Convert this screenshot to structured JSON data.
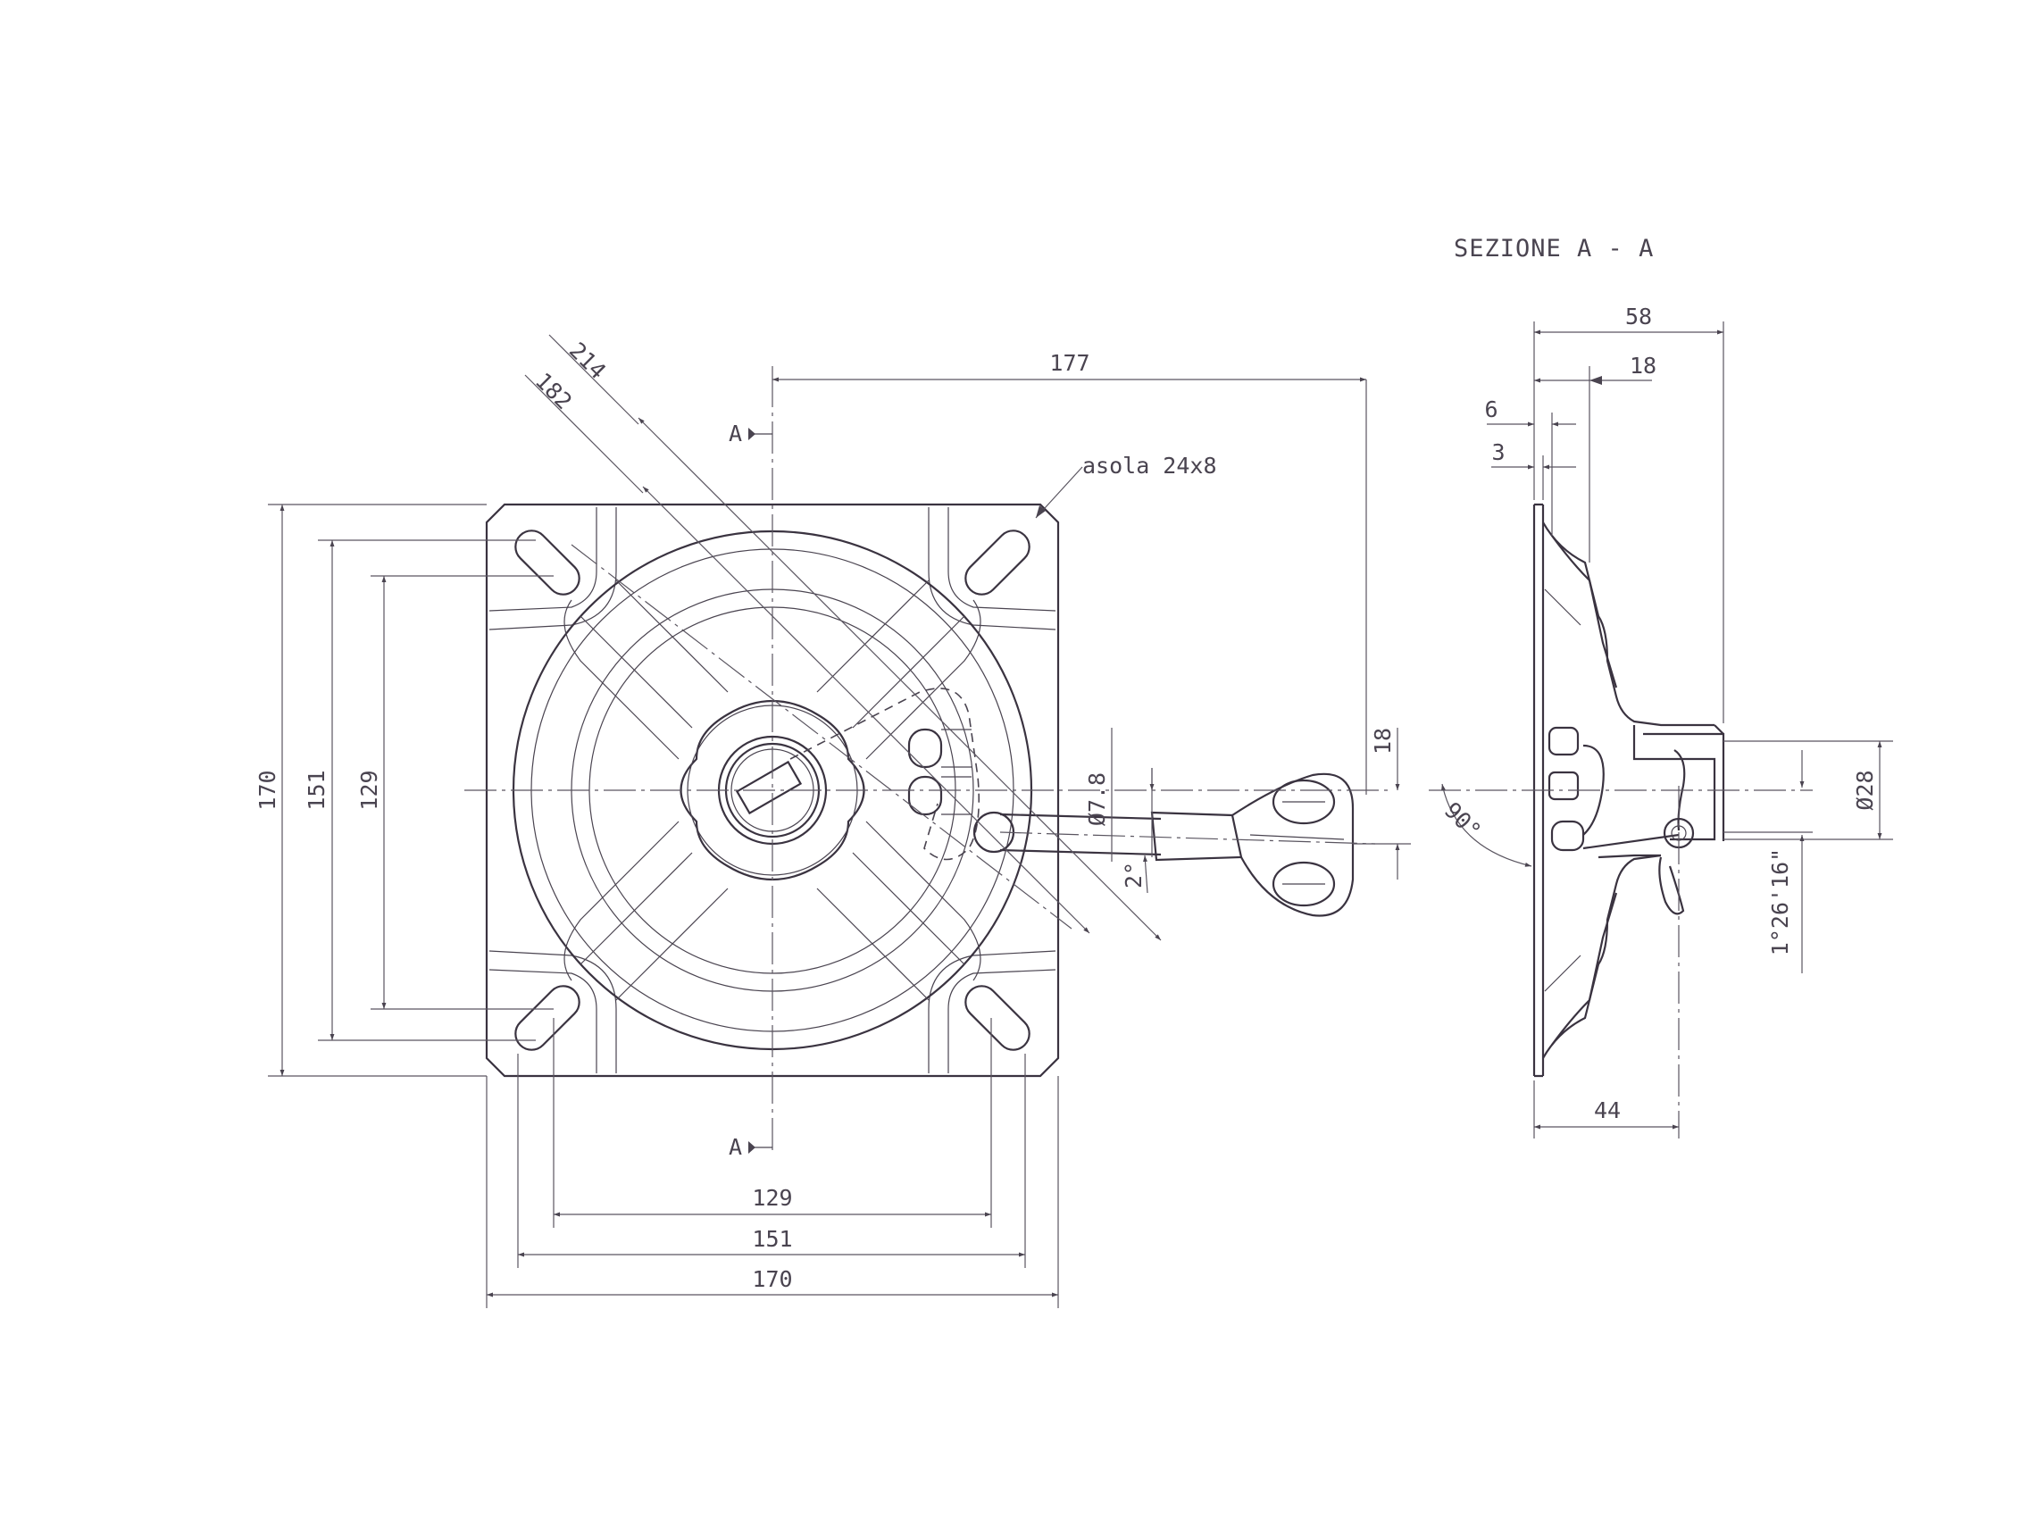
{
  "section_title": "SEZIONE A - A",
  "section_marker": "A",
  "slot_note": "asola 24x8",
  "dimensions": {
    "top_width": "177",
    "diag_outer": "214",
    "diag_inner": "182",
    "height_170": "170",
    "height_151": "151",
    "height_129": "129",
    "width_129": "129",
    "width_151": "151",
    "width_170": "170",
    "lever_diameter": "Ø7.8",
    "lever_angle": "2°",
    "lever_offset": "18",
    "section_58": "58",
    "section_18": "18",
    "section_6": "6",
    "section_3": "3",
    "section_44": "44",
    "section_d28": "Ø28",
    "section_90": "90°",
    "section_tilt": "1°26'16\""
  }
}
